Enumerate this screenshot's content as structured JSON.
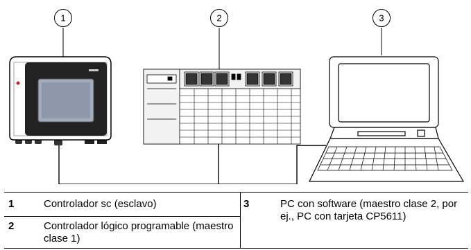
{
  "callouts": [
    "1",
    "2",
    "3"
  ],
  "legend": {
    "items": [
      {
        "num": "1",
        "text": "Controlador sc (esclavo)"
      },
      {
        "num": "2",
        "text": "Controlador lógico programable (maestro clase 1)"
      },
      {
        "num": "3",
        "text": "PC con software (maestro clase 2, por ej., PC con tarjeta CP5611)"
      }
    ]
  },
  "colors": {
    "line": "#000000",
    "device_dark": "#222222",
    "screen": "#9aa3b3",
    "plc_fill": "#f2f2f2"
  },
  "icons": [
    "sc-controller-device",
    "plc-rack",
    "laptop-pc"
  ]
}
